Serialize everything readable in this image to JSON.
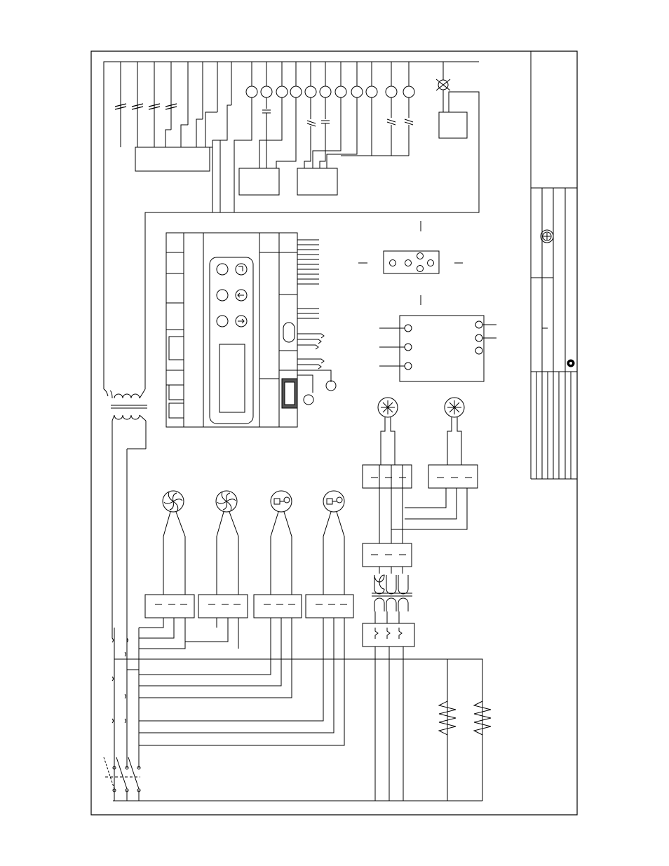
{
  "sheet": {
    "stroke_color": "#000000",
    "paper_color": "#ffffff"
  },
  "title_block": {
    "logo_icon": "certification-mark-icon",
    "small_logo_icon": "manufacturer-logo-icon"
  },
  "controller": {
    "buttons": [
      "prg-icon",
      "up-arrow-icon",
      "down-arrow-icon"
    ],
    "has_display": true
  },
  "motors": {
    "fans": 2,
    "compressor_valves": 2,
    "condenser_fans": 2
  },
  "heaters": 2
}
